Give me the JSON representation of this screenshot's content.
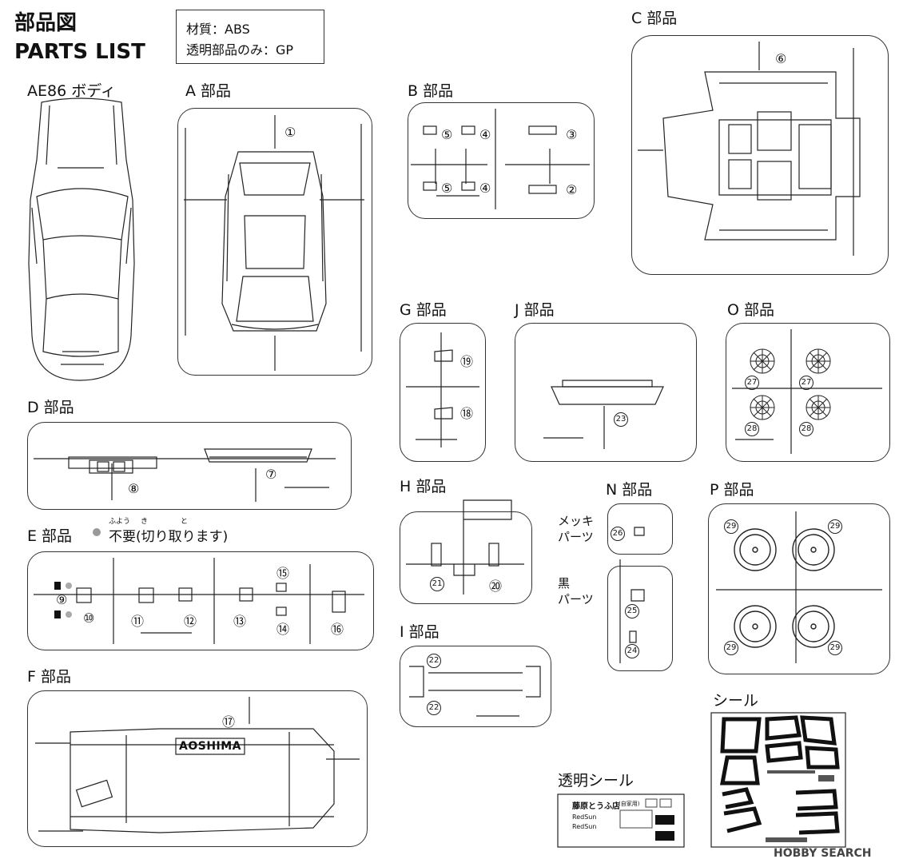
{
  "header": {
    "title_jp": "部品図",
    "title_en": "PARTS LIST"
  },
  "material": {
    "line1": "材質：ABS",
    "line2": "透明部品のみ：GP"
  },
  "sections": {
    "body": "AE86 ボディ",
    "A": "A 部品",
    "B": "B 部品",
    "C": "C 部品",
    "D": "D 部品",
    "E": "E 部品",
    "F": "F 部品",
    "G": "G 部品",
    "H": "H 部品",
    "I": "I 部品",
    "J": "J 部品",
    "N": "N 部品",
    "O": "O 部品",
    "P": "P 部品",
    "seal": "シール",
    "clear_seal": "透明シール"
  },
  "e_note": {
    "ruby1": "ふよう",
    "ruby2": "き",
    "ruby3": "と",
    "text": "不要(切り取ります)"
  },
  "n_labels": {
    "plated1": "メッキ",
    "plated2": "パーツ",
    "black1": "黒",
    "black2": "パーツ"
  },
  "part_numbers": {
    "p1": "①",
    "p2": "②",
    "p3": "③",
    "p4": "④",
    "p5": "⑤",
    "p6": "⑥",
    "p7": "⑦",
    "p8": "⑧",
    "p9": "⑨",
    "p10": "⑩",
    "p11": "⑪",
    "p12": "⑫",
    "p13": "⑬",
    "p14": "⑭",
    "p15": "⑮",
    "p16": "⑯",
    "p17": "⑰",
    "p18": "⑱",
    "p19": "⑲",
    "p20": "⑳",
    "p21": "21",
    "p22": "22",
    "p23": "23",
    "p24": "24",
    "p25": "25",
    "p26": "26",
    "p27": "27",
    "p28": "28",
    "p29": "29"
  },
  "f_logo": "AOSHIMA",
  "clear_seal_text": {
    "shop": "藤原とうふ店",
    "shop_note": "(自家用)",
    "brand": "RedSun"
  },
  "watermark": "HOBBY SEARCH"
}
